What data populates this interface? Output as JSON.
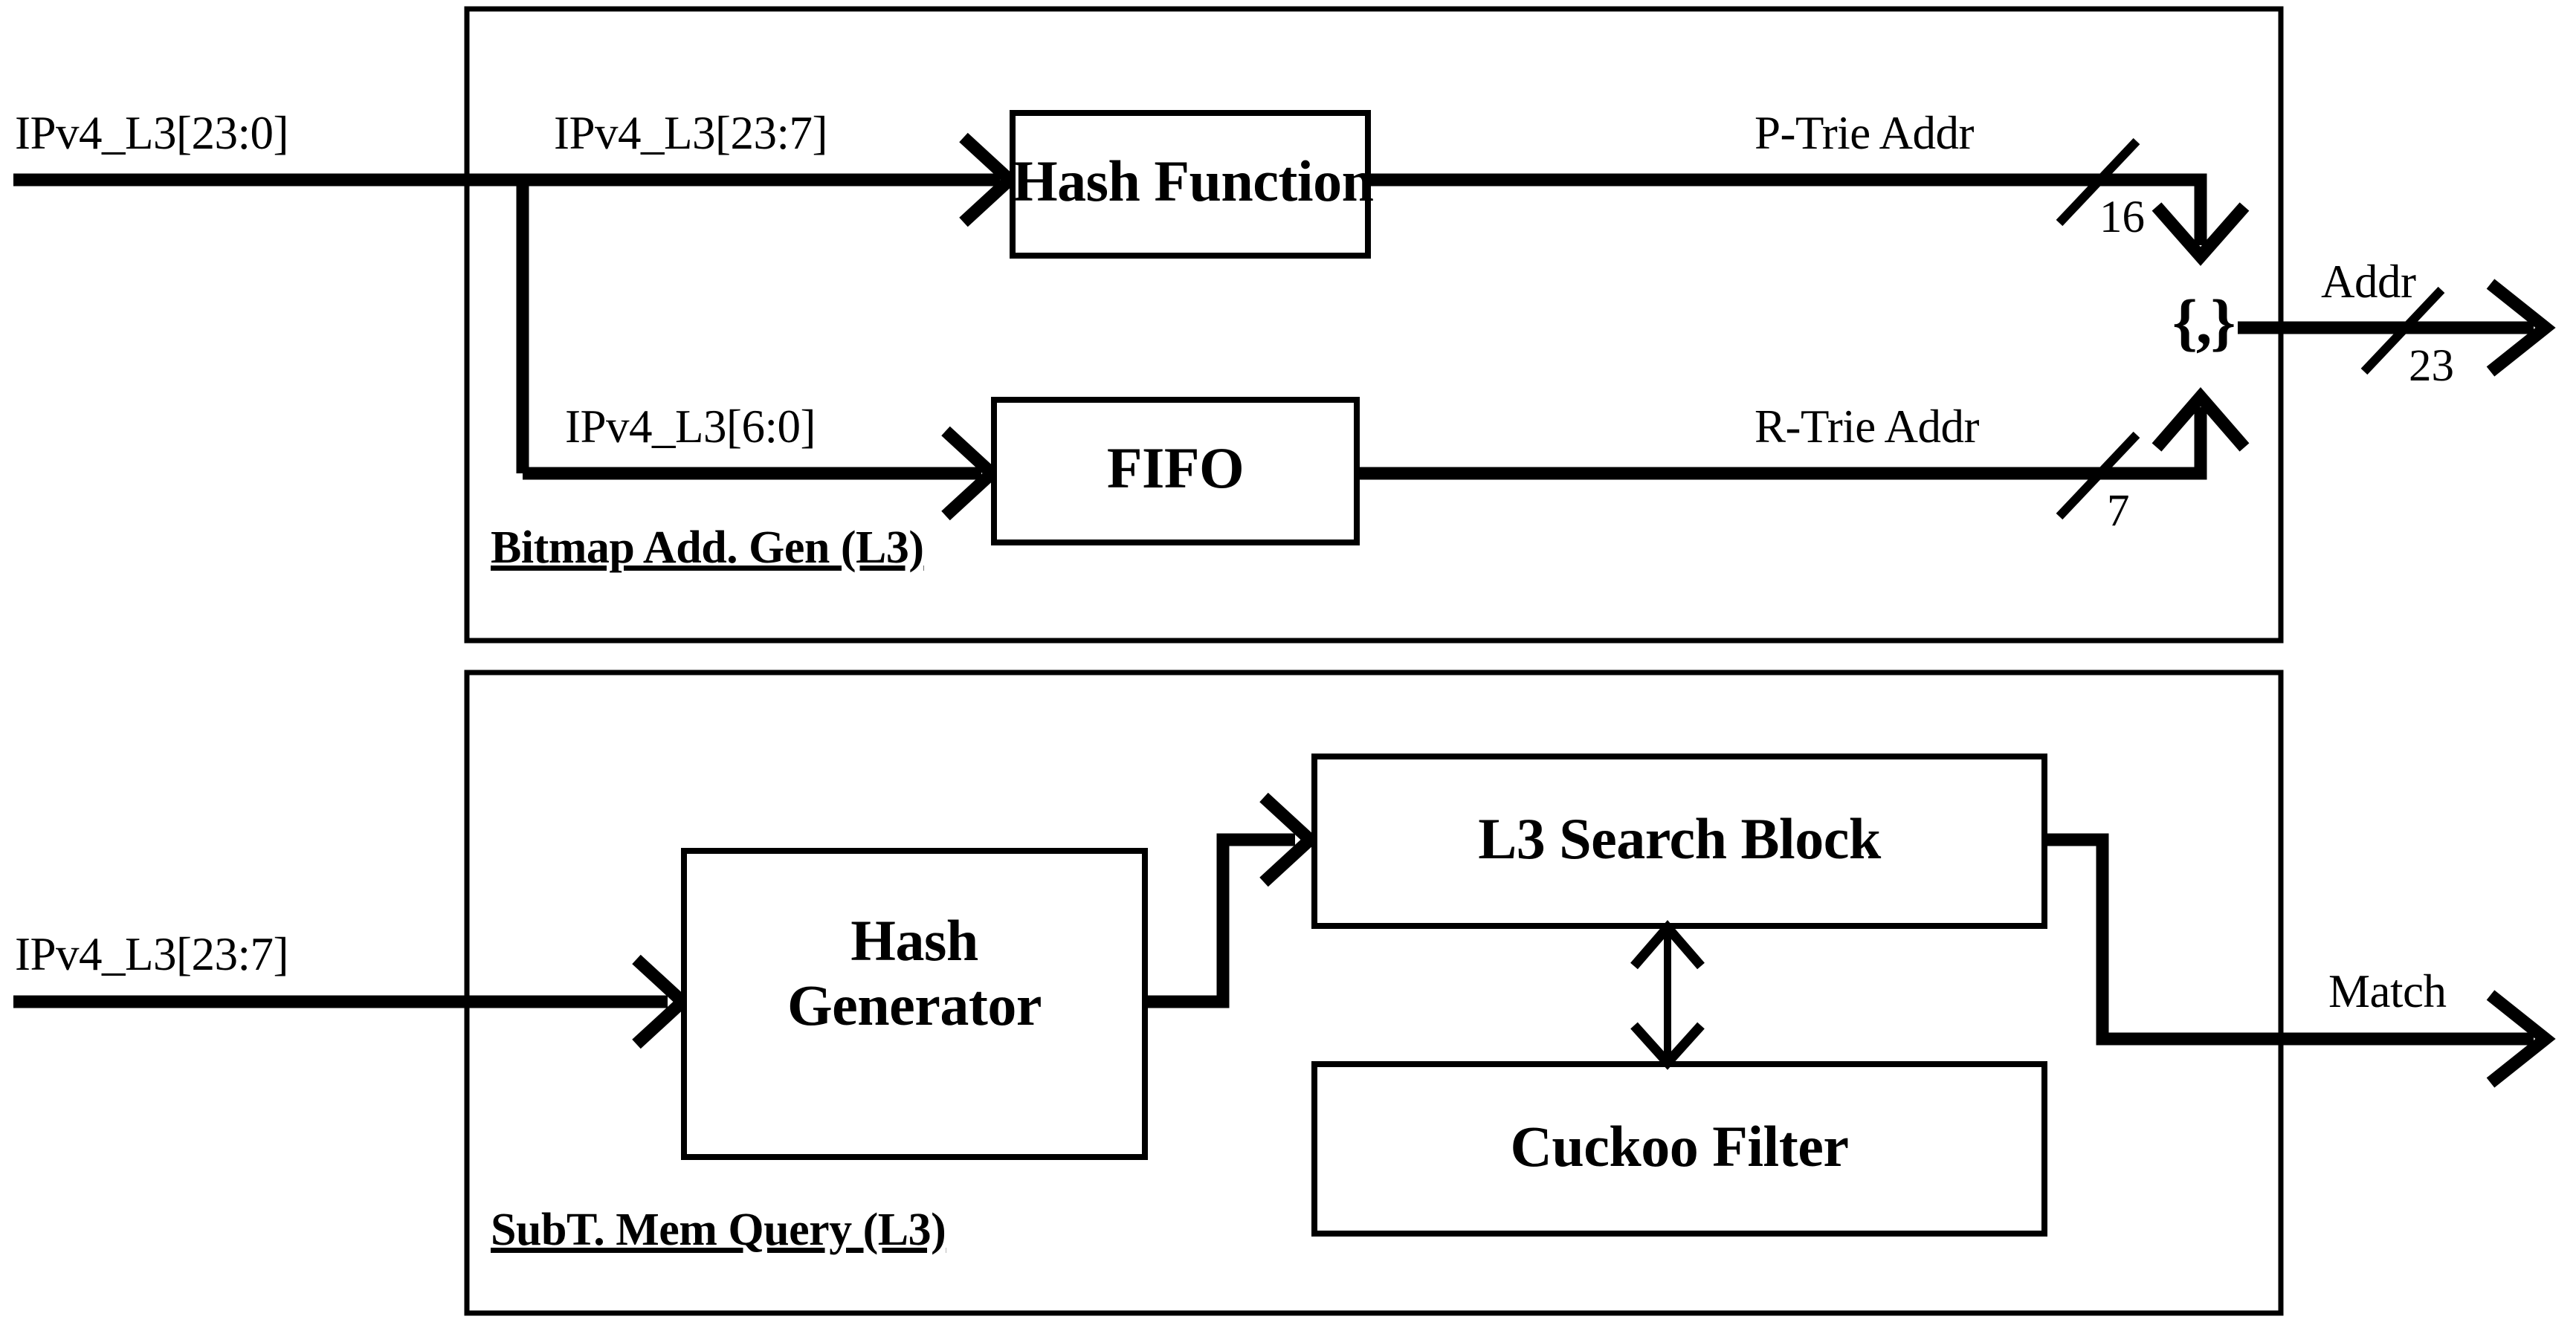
{
  "figure": {
    "kind": "hardware-block-diagram",
    "background_color": "#ffffff",
    "line_color": "#000000"
  },
  "panels": [
    {
      "id": "bitmap-addr-gen",
      "title": "Bitmap Add. Gen (L3)",
      "inputs": [
        {
          "name": "primary-input",
          "label": "IPv4_L3[23:0]"
        }
      ],
      "internal_labels": [
        {
          "name": "hash-input",
          "label": "IPv4_L3[23:7]"
        },
        {
          "name": "fifo-input",
          "label": "IPv4_L3[6:0]"
        },
        {
          "name": "hash-output",
          "label": "P-Trie Addr",
          "width": "16"
        },
        {
          "name": "fifo-output",
          "label": "R-Trie Addr",
          "width": "7"
        }
      ],
      "blocks": [
        {
          "name": "hash-function",
          "label": "Hash Function"
        },
        {
          "name": "fifo",
          "label": "FIFO"
        }
      ],
      "operator": {
        "name": "concatenation",
        "symbol": "{,}"
      },
      "outputs": [
        {
          "name": "address-output",
          "label": "Addr",
          "width": "23"
        }
      ]
    },
    {
      "id": "subt-mem-query",
      "title": "SubT. Mem Query (L3)",
      "inputs": [
        {
          "name": "primary-input",
          "label": "IPv4_L3[23:7]"
        }
      ],
      "blocks": [
        {
          "name": "hash-generator",
          "label_line1": "Hash",
          "label_line2": "Generator"
        },
        {
          "name": "l3-search-block",
          "label": "L3 Search Block"
        },
        {
          "name": "cuckoo-filter",
          "label": "Cuckoo Filter"
        }
      ],
      "outputs": [
        {
          "name": "match-output",
          "label": "Match"
        }
      ]
    }
  ]
}
